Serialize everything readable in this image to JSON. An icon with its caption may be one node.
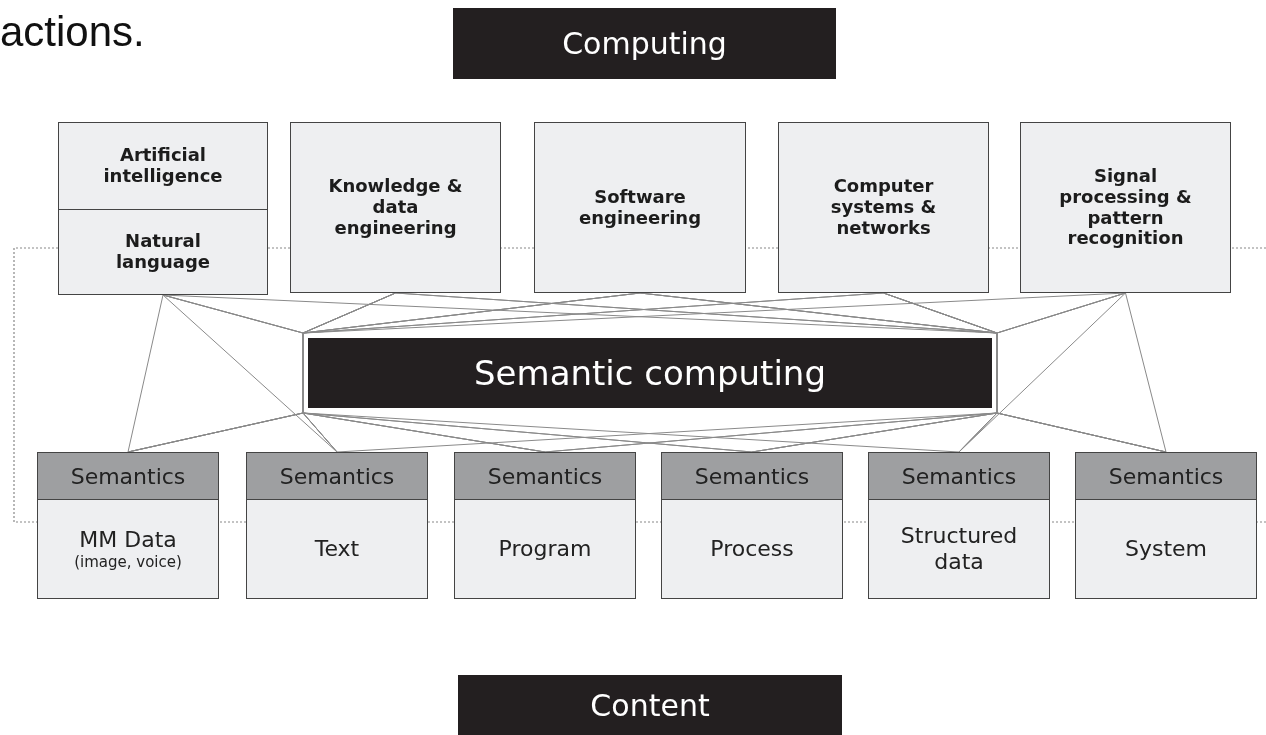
{
  "diagram": {
    "nodes": [
      {
        "text": [
          "Computing"
        ]
      },
      {
        "text": [
          "Artificial intelligence"
        ]
      },
      {
        "text": [
          "Natural language"
        ]
      },
      {
        "text": [
          "Knowledge & data engineering"
        ]
      },
      {
        "text": [
          "Software engineering"
        ]
      },
      {
        "text": [
          "Computer systems & networks"
        ]
      },
      {
        "text": [
          "Signal processing & pattern recognition"
        ]
      },
      {
        "text": [
          "Semantic computing"
        ]
      },
      {
        "text": [
          "Semantics"
        ]
      },
      {
        "text": [
          "Semantics"
        ]
      },
      {
        "text": [
          "Semantics"
        ]
      },
      {
        "text": [
          "Semantics"
        ]
      },
      {
        "text": [
          "Semantics"
        ]
      },
      {
        "text": [
          "Semantics"
        ]
      },
      {
        "text": [
          "MM Data",
          "(image, voice)"
        ]
      },
      {
        "text": [
          "Text"
        ]
      },
      {
        "text": [
          "Program"
        ]
      },
      {
        "text": [
          "Process"
        ]
      },
      {
        "text": [
          "Structured data"
        ]
      },
      {
        "text": [
          "System"
        ]
      },
      {
        "text": [
          "Content"
        ]
      }
    ],
    "edges": [
      {
        "from": 2,
        "to": 8,
        "arrow": "none"
      },
      {
        "from": 2,
        "to": 9,
        "arrow": "none"
      },
      {
        "from": 2,
        "to": 10,
        "arrow": "none"
      },
      {
        "from": 2,
        "to": 11,
        "arrow": "none"
      },
      {
        "from": 2,
        "to": 12,
        "arrow": "none"
      },
      {
        "from": 2,
        "to": 13,
        "arrow": "none"
      },
      {
        "from": 3,
        "to": 8,
        "arrow": "none"
      },
      {
        "from": 3,
        "to": 9,
        "arrow": "none"
      },
      {
        "from": 3,
        "to": 10,
        "arrow": "none"
      },
      {
        "from": 3,
        "to": 11,
        "arrow": "none"
      },
      {
        "from": 3,
        "to": 12,
        "arrow": "none"
      },
      {
        "from": 3,
        "to": 13,
        "arrow": "none"
      },
      {
        "from": 4,
        "to": 8,
        "arrow": "none"
      },
      {
        "from": 4,
        "to": 9,
        "arrow": "none"
      },
      {
        "from": 4,
        "to": 10,
        "arrow": "none"
      },
      {
        "from": 4,
        "to": 11,
        "arrow": "none"
      },
      {
        "from": 4,
        "to": 12,
        "arrow": "none"
      },
      {
        "from": 4,
        "to": 13,
        "arrow": "none"
      },
      {
        "from": 5,
        "to": 8,
        "arrow": "none"
      },
      {
        "from": 5,
        "to": 9,
        "arrow": "none"
      },
      {
        "from": 5,
        "to": 10,
        "arrow": "none"
      },
      {
        "from": 5,
        "to": 11,
        "arrow": "none"
      },
      {
        "from": 5,
        "to": 12,
        "arrow": "none"
      },
      {
        "from": 5,
        "to": 13,
        "arrow": "none"
      },
      {
        "from": 6,
        "to": 8,
        "arrow": "none"
      },
      {
        "from": 6,
        "to": 9,
        "arrow": "none"
      },
      {
        "from": 6,
        "to": 10,
        "arrow": "none"
      },
      {
        "from": 6,
        "to": 11,
        "arrow": "none"
      },
      {
        "from": 6,
        "to": 12,
        "arrow": "none"
      },
      {
        "from": 6,
        "to": 13,
        "arrow": "none"
      }
    ],
    "labels": [
      "actions."
    ]
  }
}
